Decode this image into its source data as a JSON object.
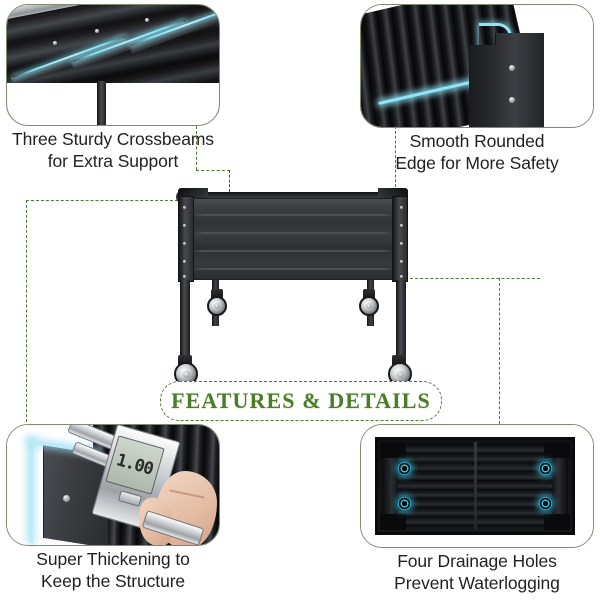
{
  "page": {
    "title": "FEATURES & DETAILS",
    "background": "#ffffff",
    "accent_green": "#4a7c2a",
    "connector_green": "#4f7a36",
    "panel_border": "#7f8a72",
    "highlight_cyan": "#2ec8ee",
    "text_color": "#231f20",
    "product": "raised garden bed planter box with wheels"
  },
  "banner": {
    "label": "FEATURES & DETAILS",
    "border_style": "dashed",
    "text_color": "#4a7c2a"
  },
  "panels": [
    {
      "id": "top-left",
      "position": "top-left",
      "caption_line1": "Three Sturdy Crossbeams",
      "caption_line2": "for Extra Support",
      "image_alt": "underside view of planter showing three cyan-highlighted crossbeams",
      "highlight_count": 3,
      "highlight_color": "#7fe2f7"
    },
    {
      "id": "top-right",
      "position": "top-right",
      "caption_line1": "Smooth Rounded",
      "caption_line2": "Edge for More Safety",
      "image_alt": "close-up of corner showing cyan-highlighted rounded top edge",
      "highlight_count": 1,
      "highlight_color": "#7fe2f7"
    },
    {
      "id": "bottom-left",
      "position": "bottom-left",
      "caption_line1": "Super Thickening to",
      "caption_line2": "Keep the Structure",
      "image_alt": "hand holding digital caliper measuring metal panel thickness",
      "caliper_display": "1.00",
      "highlight_color": "#b9e9f7"
    },
    {
      "id": "bottom-right",
      "position": "bottom-right",
      "caption_line1": "Four Drainage Holes",
      "caption_line2": "Prevent Waterlogging",
      "image_alt": "top-down view of planter base with four cyan drainage holes",
      "hole_count": 4,
      "highlight_color": "#2ec8ee"
    }
  ],
  "center_product": {
    "name": "raised-garden-bed-planter",
    "caster_count": 4,
    "rivet_columns": 2,
    "panel_ribs": 4,
    "body_color": "#35373a"
  }
}
